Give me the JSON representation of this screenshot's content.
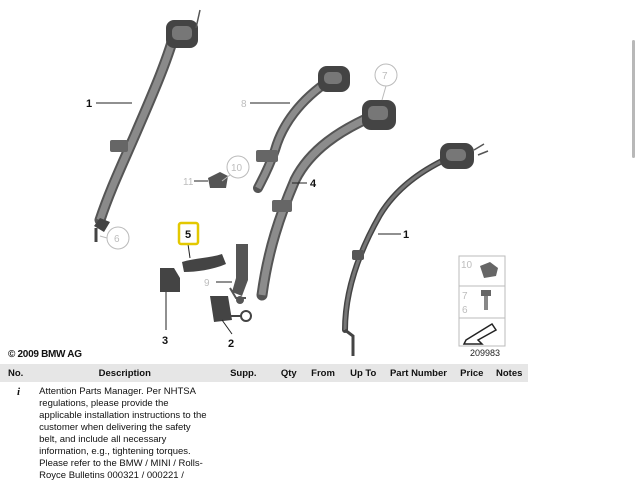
{
  "diagram": {
    "callouts": {
      "c1a": "1",
      "c1b": "1",
      "c2": "2",
      "c3": "3",
      "c4": "4",
      "c5": "5",
      "c6": "6",
      "c7": "7",
      "c8": "8",
      "c9": "9",
      "c10": "10",
      "c11": "11"
    },
    "legend": {
      "l10": "10",
      "l7": "7",
      "l6": "6"
    },
    "copyright": "© 2009 BMW AG",
    "reference_number": "209983",
    "highlight_color": "#e3c800"
  },
  "table": {
    "headers": {
      "no": "No.",
      "description": "Description",
      "supp": "Supp.",
      "qty": "Qty",
      "from": "From",
      "upto": "Up To",
      "part_number": "Part Number",
      "price": "Price",
      "notes": "Notes"
    },
    "rows": [
      {
        "icon": "i",
        "description": "Attention Parts Manager. Per NHTSA regulations, please provide the applicable installation instructions to the customer when delivering the safety belt, and include all necessary information, e.g., tightening torques. Please refer to the BMW / MINI / Rolls-Royce Bulletins 000321 / 000221 /"
      }
    ]
  }
}
